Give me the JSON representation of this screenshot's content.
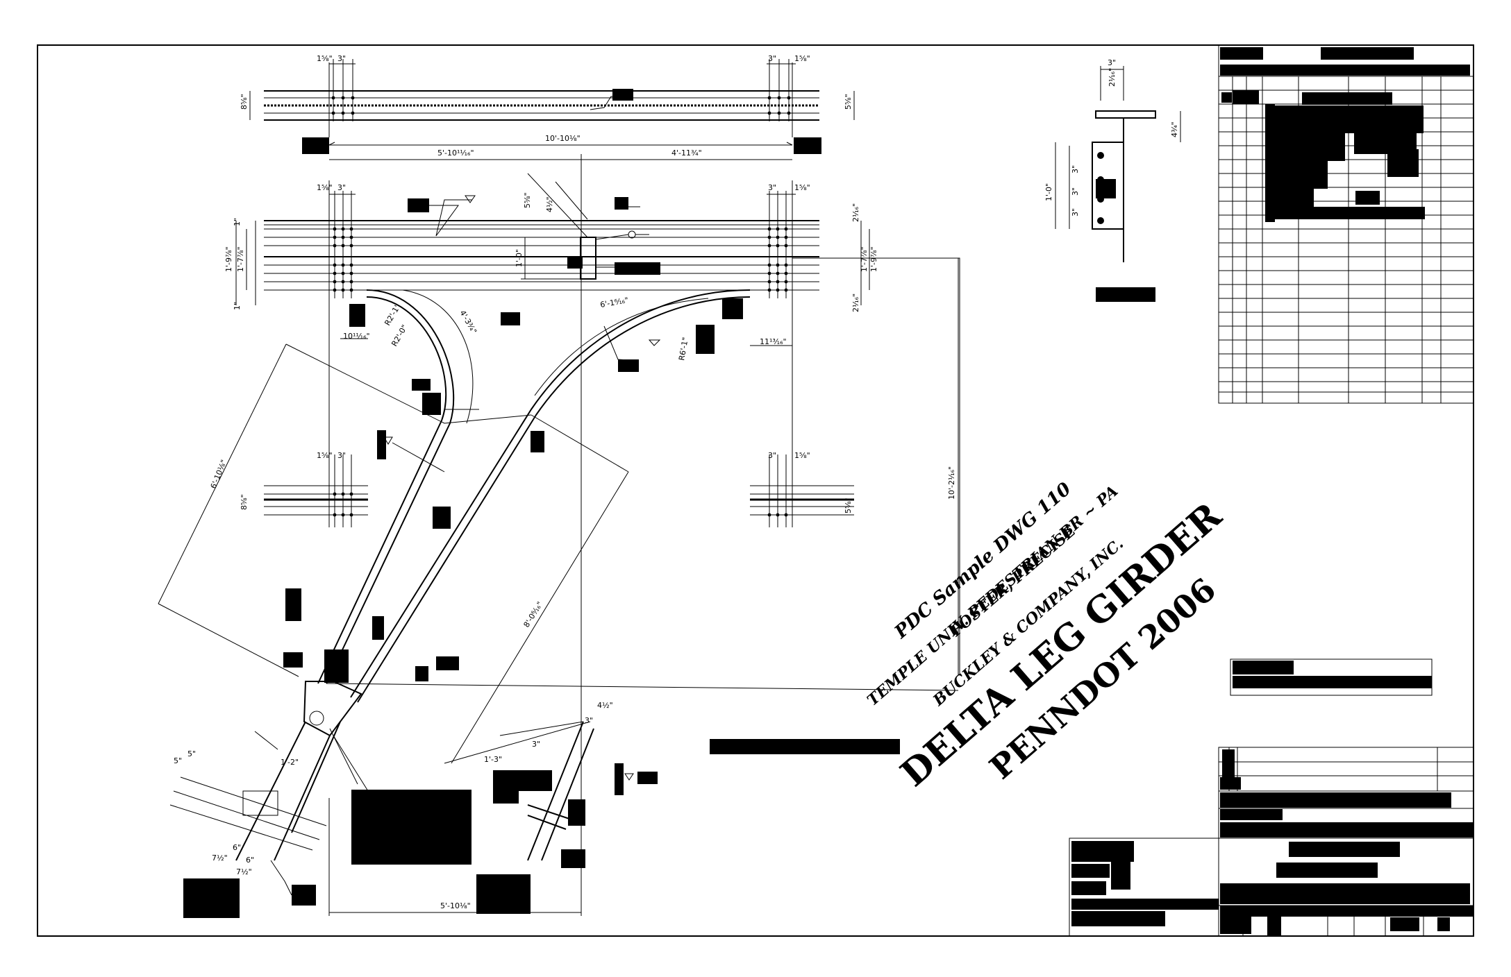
{
  "watermark": {
    "line1": "PDC Sample DWG 110",
    "line2": "TEMPLE UNIV. PEDESTRIAN BR ~ PA",
    "line3": "FOSTER, PRECISE",
    "line4": "BUCKLEY & COMPANY, INC.",
    "line5": "DELTA LEG GIRDER",
    "line6": "PENNDOT 2006"
  },
  "dimensions": {
    "top_overall": "10'-10⅛\"",
    "top_left": "5'-10¹¹⁄₁₆\"",
    "top_right": "4'-11¾\"",
    "bottom_span": "5'-10⅛\"",
    "right_height": "10'-2¹⁄₁₆\"",
    "diag_long": "6'-10⅛\"",
    "diag_right": "8'-0⁶⁄₁₆\"",
    "arc_left_len": "4'-3¾\"",
    "arc_right_len": "6'-1⁶⁄₁₆\"",
    "radius_a": "R2'-1\"",
    "radius_b": "R2'-0\"",
    "radius_c": "R6'-1\"",
    "off_left": "10¹¹⁄₁₆\"",
    "off_right": "11¹³⁄₁₆\"",
    "plate_h": "1'-0\"",
    "gusset_w": "1'-2\"",
    "gusset_d": "1'-3\"",
    "left_h1": "1'-9⁷⁄₈\"",
    "left_h2": "1'-7⁷⁄₈\"",
    "right_h1": "1'-9⁷⁄₈\"",
    "right_h2": "1'-7⁷⁄₈\"",
    "sec_w": "3\"",
    "sec_h": "1'-0\"",
    "sec_d": "4¾\"",
    "sec_a": "2¹⁄₁₆\"",
    "t3": "3\"",
    "t1": "1\"",
    "t6": "6\"",
    "t5": "5\"",
    "t7": "7½\"",
    "t4": "4½\"",
    "t15": "1⅝\"",
    "t2": "2¹⁄₁₆\"",
    "t8": "8⅝\"",
    "t58": "5⅝\""
  }
}
